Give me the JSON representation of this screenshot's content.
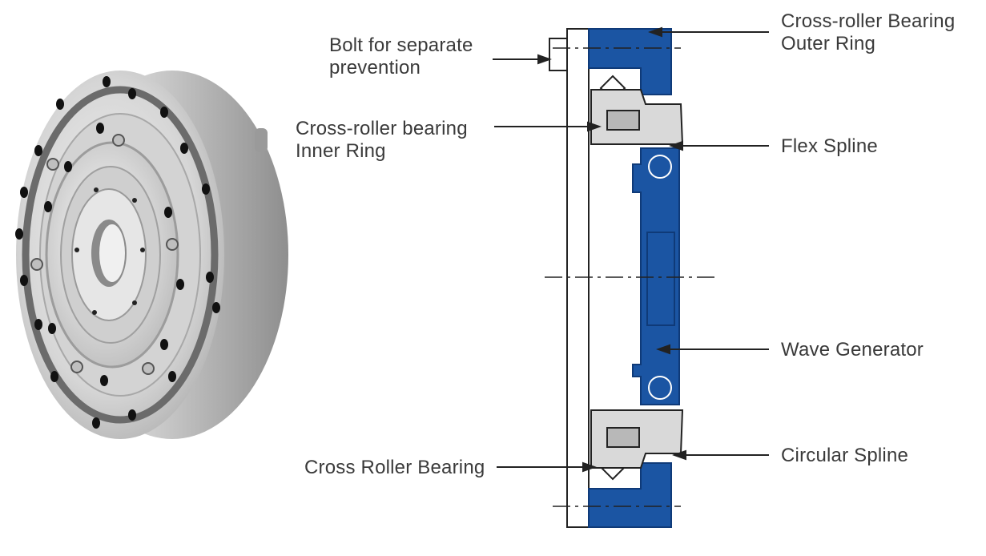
{
  "diagram": {
    "labels": {
      "bolt_line1": "Bolt for separate",
      "bolt_line2": "prevention",
      "outer_ring_line1": "Cross-roller Bearing",
      "outer_ring_line2": "Outer Ring",
      "inner_ring_line1": "Cross-roller bearing",
      "inner_ring_line2": "Inner Ring",
      "flex_spline": "Flex Spline",
      "wave_generator": "Wave Generator",
      "cross_roller_bearing": "Cross Roller Bearing",
      "circular_spline": "Circular Spline"
    },
    "colors": {
      "blue": "#1b55a3",
      "blue_dark": "#0f3a78",
      "light_gray": "#d9d9d9",
      "gray": "#b8b8b8",
      "text": "#3a3a3a",
      "line": "#222222"
    }
  }
}
